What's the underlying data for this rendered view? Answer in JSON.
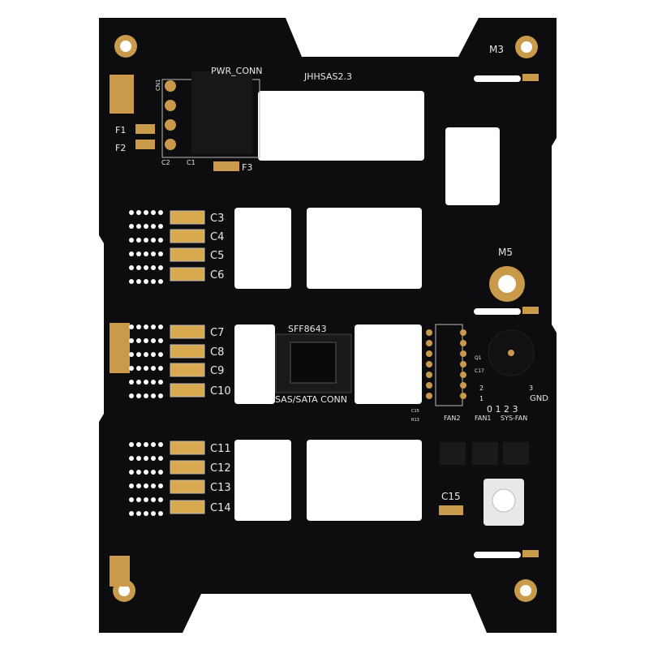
{
  "board": {
    "model": "JHHSAS2.3",
    "colors": {
      "solder_mask": "#0d0d0f",
      "gold": "#c99a4a",
      "silkscreen": "#e8e8e8",
      "background": "#ffffff"
    },
    "mount_holes": {
      "m3": "M3",
      "m5": "M5"
    },
    "power": {
      "connector": "PWR_CONN",
      "cn": "CN1",
      "f1": "F1",
      "f2": "F2",
      "f3": "F3",
      "c1": "C1",
      "c2": "C2"
    },
    "caps": [
      "C3",
      "C4",
      "C5",
      "C6",
      "C7",
      "C8",
      "C9",
      "C10",
      "C11",
      "C12",
      "C13",
      "C14"
    ],
    "c15": "C15",
    "sas": {
      "part": "SFF8643",
      "label": "SAS/SATA CONN"
    },
    "fan": {
      "fan2": "FAN2",
      "fan1": "FAN1",
      "sys_fan": "SYS-FAN",
      "gnd": "GND",
      "pins": "0 1 2 3",
      "row1": "1",
      "row2": "2",
      "row3": "3",
      "q1": "Q1",
      "c17": "C17",
      "c_small": "C15",
      "r13": "R13"
    }
  }
}
